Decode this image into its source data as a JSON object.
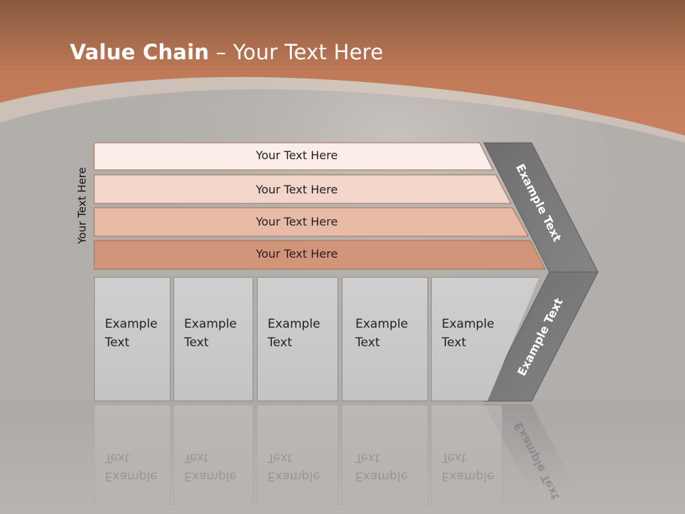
{
  "slide": {
    "title_bold": "Value Chain",
    "title_rest": " – Your Text Here",
    "side_label": "Your Text Here"
  },
  "bars": [
    {
      "text": "Your Text Here",
      "color": "#fbeee8"
    },
    {
      "text": "Your Text Here",
      "color": "#f1d6c9"
    },
    {
      "text": "Your Text Here",
      "color": "#e8bba6"
    },
    {
      "text": "Your Text Here",
      "color": "#d3957a"
    }
  ],
  "boxes": [
    {
      "text_line1": "Example",
      "text_line2": "Text"
    },
    {
      "text_line1": "Example",
      "text_line2": "Text"
    },
    {
      "text_line1": "Example",
      "text_line2": "Text"
    },
    {
      "text_line1": "Example",
      "text_line2": "Text"
    },
    {
      "text_line1": "Example",
      "text_line2": "Text"
    }
  ],
  "chevron": {
    "top_text": "Example Text",
    "bottom_text": "Example Text",
    "color": "#777777"
  },
  "colors": {
    "header_top": "#8a5a40",
    "header_mid": "#c9805e",
    "background": "#b2aeaa"
  }
}
